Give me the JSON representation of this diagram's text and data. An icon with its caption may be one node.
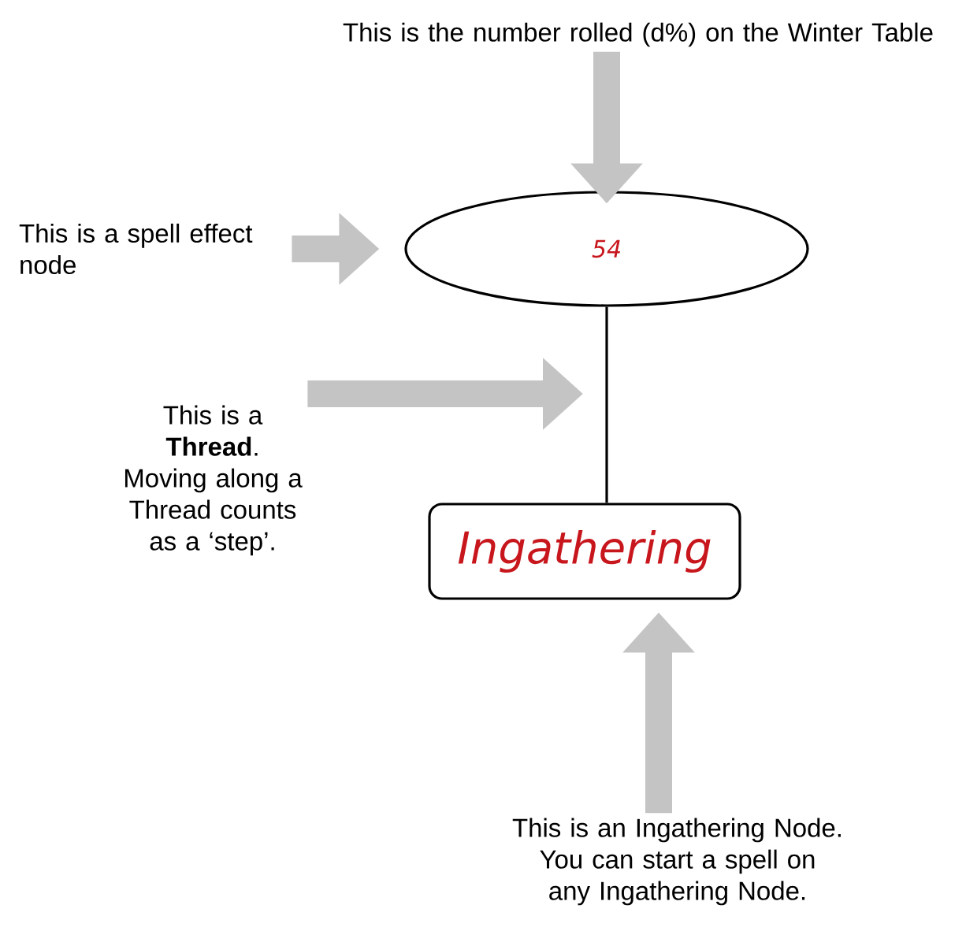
{
  "diagram": {
    "nodes": [
      {
        "text": [
          "This is the number rolled (d%) on the Winter Table"
        ]
      },
      {
        "text": [
          "54"
        ]
      },
      {
        "text": [
          "This is a spell effect node"
        ]
      },
      {
        "text": [
          "This is a **Thread**. Moving along a Thread counts as a ‘step’."
        ]
      },
      {
        "text": [
          "Ingathering"
        ]
      },
      {
        "text": [
          "This is an Ingathering Node. You can start a spell on any Ingathering Node."
        ]
      }
    ],
    "edges": [
      {
        "from": 0,
        "to": 1,
        "arrow": "to"
      },
      {
        "from": 2,
        "to": 1,
        "arrow": "to"
      },
      {
        "from": 3,
        "to": null,
        "arrow": "to"
      },
      {
        "from": 1,
        "to": 4,
        "arrow": "none",
        "color": "#000000"
      },
      {
        "from": 5,
        "to": 4,
        "arrow": "to"
      }
    ]
  }
}
